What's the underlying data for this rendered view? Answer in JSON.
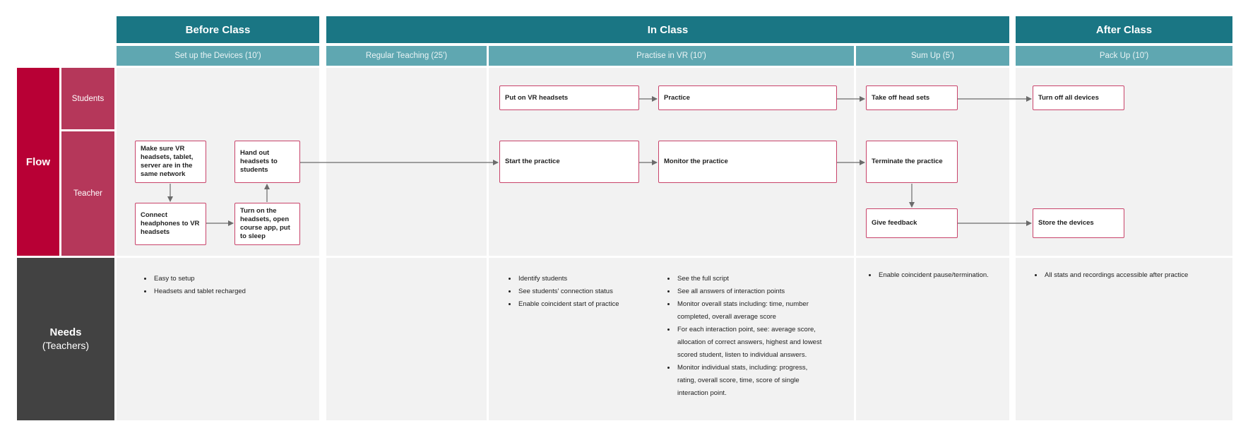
{
  "phases": {
    "before": "Before Class",
    "in": "In Class",
    "after": "After Class"
  },
  "subphases": {
    "setup": "Set up the Devices (10')",
    "regular": "Regular Teaching (25')",
    "practise": "Practise in VR (10')",
    "sumup": "Sum Up (5')",
    "packup": "Pack Up (10')"
  },
  "rows": {
    "flow": "Flow",
    "students": "Students",
    "teacher": "Teacher",
    "needs_title": "Needs",
    "needs_sub": "(Teachers)"
  },
  "steps": {
    "make_sure": "Make sure VR headsets, tablet, server are in the same network",
    "hand_out": "Hand out headsets to students",
    "connect": "Connect headphones to VR headsets",
    "turn_on": "Turn on the headsets, open course app, put to sleep",
    "put_on": "Put on VR headsets",
    "practice": "Practice",
    "start_practice": "Start the practice",
    "monitor": "Monitor the practice",
    "take_off": "Take off head sets",
    "terminate": "Terminate the practice",
    "feedback": "Give feedback",
    "turn_off": "Turn off all devices",
    "store": "Store the devices"
  },
  "needs": {
    "setup": [
      "Easy to setup",
      "Headsets and tablet recharged"
    ],
    "practise_start": [
      "Identify students",
      "See students' connection status",
      "Enable coincident start of practice"
    ],
    "practise_monitor": [
      "See the full script",
      "See all answers of interaction points",
      "Monitor overall stats including: time, number completed, overall average score",
      "For each interaction point, see: average score, allocation of correct answers, highest and lowest scored student, listen to individual answers.",
      "Monitor individual stats, including: progress, rating, overall score, time, score of single interaction point."
    ],
    "sumup": [
      "Enable coincident pause/termination."
    ],
    "packup": [
      "All stats and recordings accessible after practice"
    ]
  },
  "colors": {
    "phase": "#1a7684",
    "subphase": "#5fa7b1",
    "flow": "#b80035",
    "role": "#b5375a",
    "needs": "#424242",
    "box_border": "#c8436a",
    "arrow": "#6b6b6b"
  }
}
